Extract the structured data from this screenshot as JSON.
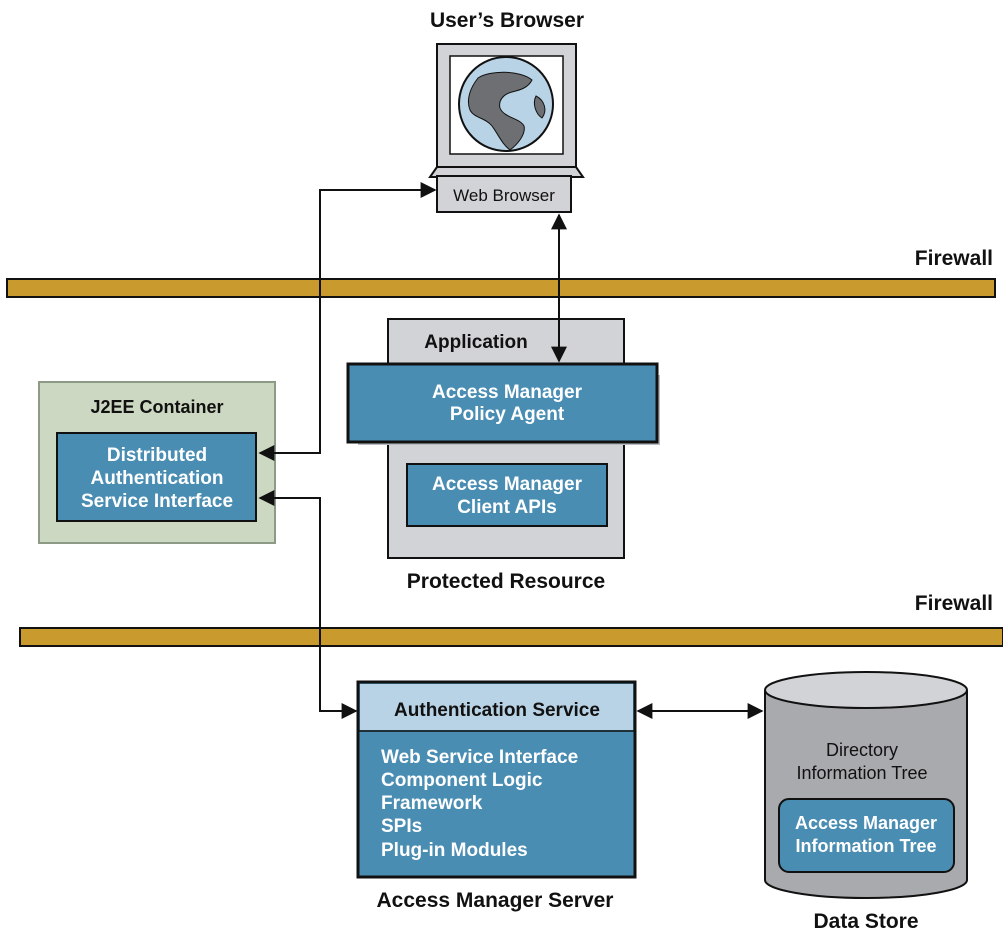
{
  "browser": {
    "title": "User’s Browser",
    "label": "Web Browser"
  },
  "firewalls": [
    "Firewall",
    "Firewall"
  ],
  "protected_resource": {
    "title": "Application",
    "policy_agent": [
      "Access Manager",
      "Policy Agent"
    ],
    "client_apis": [
      "Access Manager",
      "Client APIs"
    ],
    "caption": "Protected Resource"
  },
  "j2ee": {
    "title": "J2EE Container",
    "service": [
      "Distributed",
      "Authentication",
      "Service Interface"
    ]
  },
  "server": {
    "header": "Authentication Service",
    "items": [
      "Web Service Interface",
      "Component Logic",
      "Framework",
      "SPIs",
      "Plug-in Modules"
    ],
    "caption": "Access Manager Server"
  },
  "data_store": {
    "title": [
      "Directory",
      "Information Tree"
    ],
    "inner": [
      "Access Manager",
      "Information Tree"
    ],
    "caption": "Data Store"
  },
  "colors": {
    "firewall": "#c99a2e",
    "blue_box": "#4a8db3",
    "light_blue": "#b9d3e6",
    "gray_box": "#d2d3d6",
    "green_box": "#ccd8c1",
    "cylinder": "#a9aaad"
  }
}
